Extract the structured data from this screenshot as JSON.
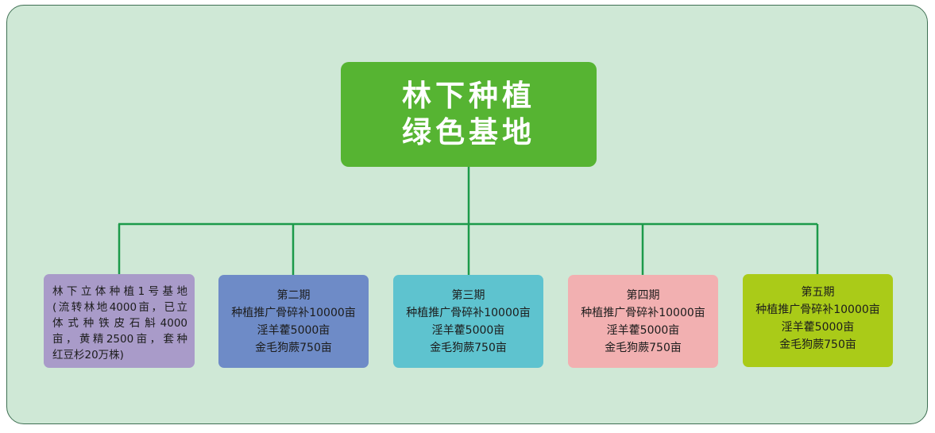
{
  "root": {
    "line1": "林下种植",
    "line2": "绿色基地"
  },
  "children": [
    {
      "lines": [
        "林下立体种植1号基地",
        "(流转林地4000亩，已立",
        "体式种铁皮石斛4000",
        "亩，黄精2500亩，套种",
        "红豆杉20万株)"
      ]
    },
    {
      "title": "第二期",
      "lines": [
        "种植推广骨碎补10000亩",
        "淫羊藿5000亩",
        "金毛狗蕨750亩"
      ]
    },
    {
      "title": "第三期",
      "lines": [
        "种植推广骨碎补10000亩",
        "淫羊藿5000亩",
        "金毛狗蕨750亩"
      ]
    },
    {
      "title": "第四期",
      "lines": [
        "种植推广骨碎补10000亩",
        "淫羊藿5000亩",
        "金毛狗蕨750亩"
      ]
    },
    {
      "title": "第五期",
      "lines": [
        "种植推广骨碎补10000亩",
        "淫羊藿5000亩",
        "金毛狗蕨750亩"
      ]
    }
  ],
  "colors": {
    "background": "#cfe8d6",
    "root": "#56b432",
    "connector": "#1c9a4a",
    "child_1": "#a99bc9",
    "child_2": "#6e8bc7",
    "child_3": "#5ec3cf",
    "child_4": "#f2b0b1",
    "child_5": "#aacb18"
  }
}
